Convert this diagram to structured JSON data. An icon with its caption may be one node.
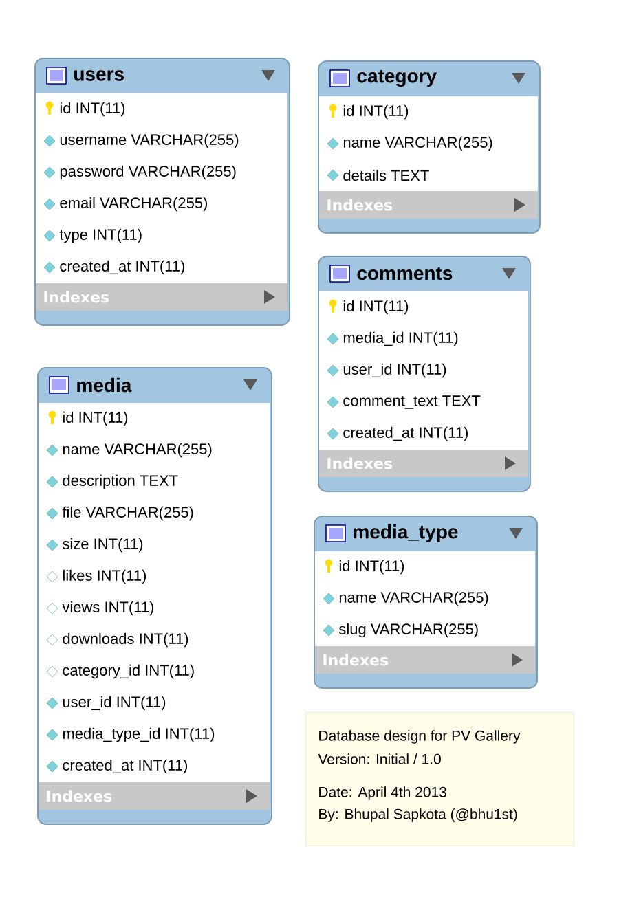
{
  "diagram": {
    "nodes": [
      {
        "text": [
          "users",
          "id INT(11)",
          "username VARCHAR(255)",
          "password VARCHAR(255)",
          "email VARCHAR(255)",
          "type INT(11)",
          "created_at INT(11)",
          "Indexes"
        ]
      },
      {
        "text": [
          "category",
          "id INT(11)",
          "name VARCHAR(255)",
          "details TEXT",
          "Indexes"
        ]
      },
      {
        "text": [
          "comments",
          "id INT(11)",
          "media_id INT(11)",
          "user_id INT(11)",
          "comment_text TEXT",
          "created_at INT(11)",
          "Indexes"
        ]
      },
      {
        "text": [
          "media",
          "id INT(11)",
          "name VARCHAR(255)",
          "description TEXT",
          "file VARCHAR(255)",
          "size INT(11)",
          "likes INT(11)",
          "views INT(11)",
          "downloads INT(11)",
          "category_id INT(11)",
          "user_id INT(11)",
          "media_type_id INT(11)",
          "created_at INT(11)",
          "Indexes"
        ]
      },
      {
        "text": [
          "media_type",
          "id INT(11)",
          "name VARCHAR(255)",
          "slug VARCHAR(255)",
          "Indexes"
        ]
      },
      {
        "text": [
          "Database design for PV Gallery",
          "Version: Initial / 1.0",
          "Date: April 4th 2013",
          "By: Bhupal Sapkota (@bhu1st)"
        ]
      }
    ]
  }
}
